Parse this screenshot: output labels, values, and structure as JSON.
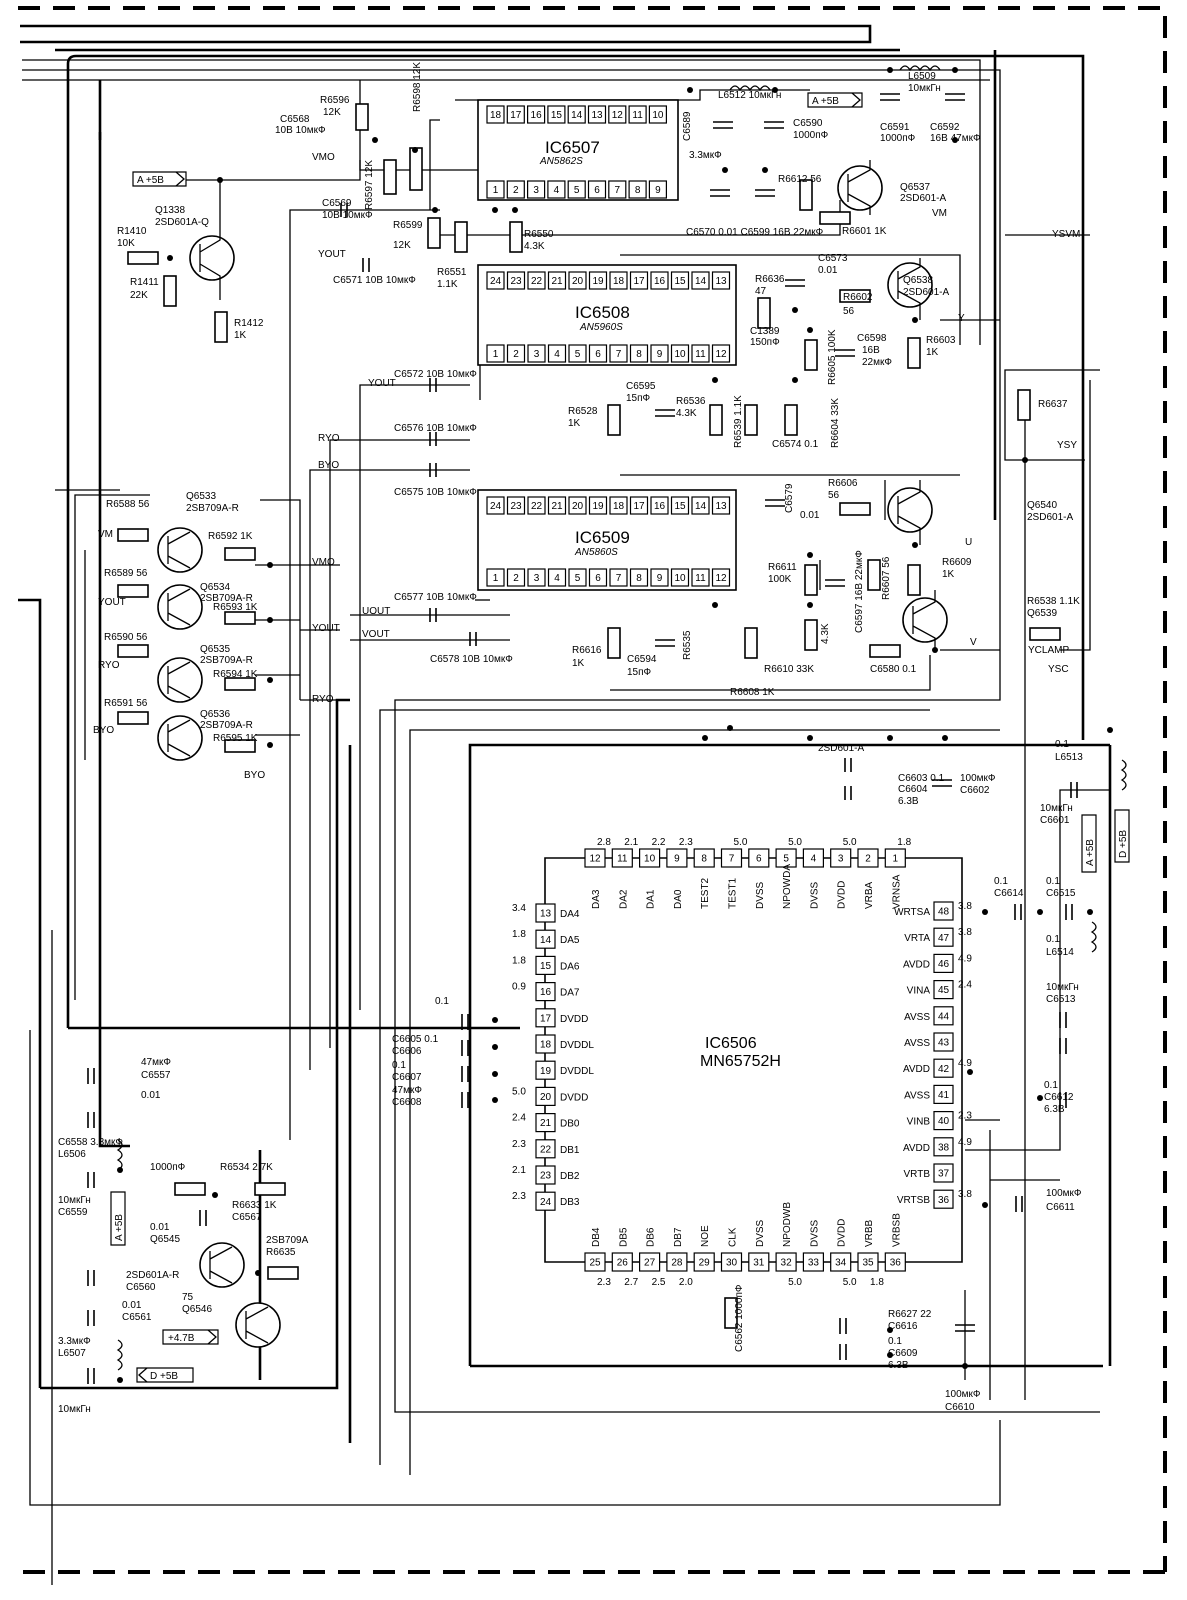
{
  "ic6507": {
    "title": "IC6507",
    "part": "AN5862S",
    "pins_top": [
      "18",
      "17",
      "16",
      "15",
      "14",
      "13",
      "12",
      "11",
      "10"
    ],
    "pins_bottom": [
      "1",
      "2",
      "3",
      "4",
      "5",
      "6",
      "7",
      "8",
      "9"
    ]
  },
  "ic6508": {
    "title": "IC6508",
    "part": "AN5960S",
    "pins_top": [
      "24",
      "23",
      "22",
      "21",
      "20",
      "19",
      "18",
      "17",
      "16",
      "15",
      "14",
      "13"
    ],
    "pins_bottom": [
      "1",
      "2",
      "3",
      "4",
      "5",
      "6",
      "7",
      "8",
      "9",
      "10",
      "11",
      "12"
    ]
  },
  "ic6509": {
    "title": "IC6509",
    "part": "AN5860S",
    "pins_top": [
      "24",
      "23",
      "22",
      "21",
      "20",
      "19",
      "18",
      "17",
      "16",
      "15",
      "14",
      "13"
    ],
    "pins_bottom": [
      "1",
      "2",
      "3",
      "4",
      "5",
      "6",
      "7",
      "8",
      "9",
      "10",
      "11",
      "12"
    ]
  },
  "ic6506": {
    "title": "IC6506",
    "part": "MN65752H",
    "top_pins": [
      {
        "n": "12",
        "name": "DA3",
        "v": "2.8"
      },
      {
        "n": "11",
        "name": "DA2",
        "v": "2.1"
      },
      {
        "n": "10",
        "name": "DA1",
        "v": "2.2"
      },
      {
        "n": "9",
        "name": "DA0",
        "v": "2.3"
      },
      {
        "n": "8",
        "name": "TEST2",
        "v": ""
      },
      {
        "n": "7",
        "name": "TEST1",
        "v": "5.0"
      },
      {
        "n": "6",
        "name": "DVSS",
        "v": ""
      },
      {
        "n": "5",
        "name": "NPOWDA",
        "v": "5.0"
      },
      {
        "n": "4",
        "name": "DVSS",
        "v": ""
      },
      {
        "n": "3",
        "name": "DVDD",
        "v": "5.0"
      },
      {
        "n": "2",
        "name": "VRBA",
        "v": ""
      },
      {
        "n": "1",
        "name": "VRNSA",
        "v": "1.8"
      }
    ],
    "left_pins": [
      {
        "n": "13",
        "name": "DA4",
        "v": "3.4"
      },
      {
        "n": "14",
        "name": "DA5",
        "v": "1.8"
      },
      {
        "n": "15",
        "name": "DA6",
        "v": "1.8"
      },
      {
        "n": "16",
        "name": "DA7",
        "v": "0.9"
      },
      {
        "n": "17",
        "name": "DVDD",
        "v": ""
      },
      {
        "n": "18",
        "name": "DVDDL",
        "v": ""
      },
      {
        "n": "19",
        "name": "DVDDL",
        "v": ""
      },
      {
        "n": "20",
        "name": "DVDD",
        "v": "5.0"
      },
      {
        "n": "21",
        "name": "DB0",
        "v": "2.4"
      },
      {
        "n": "22",
        "name": "DB1",
        "v": "2.3"
      },
      {
        "n": "23",
        "name": "DB2",
        "v": "2.1"
      },
      {
        "n": "24",
        "name": "DB3",
        "v": "2.3"
      }
    ],
    "right_pins": [
      {
        "n": "48",
        "name": "WRTSA",
        "v": "3.8"
      },
      {
        "n": "47",
        "name": "VRTA",
        "v": "3.8"
      },
      {
        "n": "46",
        "name": "AVDD",
        "v": "4.9"
      },
      {
        "n": "45",
        "name": "VINA",
        "v": "2.4"
      },
      {
        "n": "44",
        "name": "AVSS",
        "v": ""
      },
      {
        "n": "43",
        "name": "AVSS",
        "v": ""
      },
      {
        "n": "42",
        "name": "AVDD",
        "v": "4.9"
      },
      {
        "n": "41",
        "name": "AVSS",
        "v": ""
      },
      {
        "n": "40",
        "name": "VINB",
        "v": "2.3"
      },
      {
        "n": "38",
        "name": "AVDD",
        "v": "4.9"
      },
      {
        "n": "37",
        "name": "VRTB",
        "v": ""
      },
      {
        "n": "36",
        "name": "VRTSB",
        "v": "3.8"
      }
    ],
    "bottom_pins": [
      {
        "n": "25",
        "name": "DB4",
        "v": "2.3"
      },
      {
        "n": "26",
        "name": "DB5",
        "v": "2.7"
      },
      {
        "n": "27",
        "name": "DB6",
        "v": "2.5"
      },
      {
        "n": "28",
        "name": "DB7",
        "v": "2.0"
      },
      {
        "n": "29",
        "name": "NOE",
        "v": ""
      },
      {
        "n": "30",
        "name": "CLK",
        "v": ""
      },
      {
        "n": "31",
        "name": "DVSS",
        "v": ""
      },
      {
        "n": "32",
        "name": "NPODWB",
        "v": "5.0"
      },
      {
        "n": "33",
        "name": "DVSS",
        "v": ""
      },
      {
        "n": "34",
        "name": "DVDD",
        "v": "5.0"
      },
      {
        "n": "35",
        "name": "VRBB",
        "v": "1.8"
      },
      {
        "n": "36",
        "name": "VRBSB",
        "v": ""
      }
    ]
  },
  "flags": {
    "a5v": "A +5В",
    "d5v": "D +5В",
    "p47": "+4.7В"
  },
  "nets": {
    "vmo": "VMO",
    "yout": "YOUT",
    "uout": "UOUT",
    "vout": "VOUT",
    "ryo": "RYO",
    "byo": "BYO",
    "vm": "VM",
    "ysvm": "YSVM",
    "ysy": "YSY",
    "ysc": "YSC",
    "yclamp": "YCLAMP",
    "y": "Y",
    "u": "U",
    "v": "V"
  },
  "labels": [
    "R6596",
    "12K",
    "C6568",
    "10В 10мкФ",
    "R6598 12K",
    "R6597 12K",
    "R6599",
    "12K",
    "R6550",
    "4.3K",
    "C6569",
    "10В 10мкФ",
    "C6571 10В 10мкФ",
    "R6551",
    "1.1K",
    "Q1338",
    "2SD601A-Q",
    "R1410",
    "10K",
    "R1411",
    "22K",
    "R1412",
    "1K",
    "C6589",
    "3.3мкФ",
    "L6512 10мкГн",
    "C6590",
    "1000пФ",
    "L6509",
    "10мкГн",
    "C6591",
    "1000пФ",
    "C6592",
    "16В 47мкФ",
    "R6612 56",
    "Q6537",
    "2SD601-A",
    "R6601 1K",
    "C6570 0.01 C6599 16В 22мкФ",
    "C6573",
    "0.01",
    "R6636",
    "47",
    "R6602",
    "56",
    "Q6538",
    "2SD601-A",
    "C1389",
    "150пФ",
    "C6598",
    "16В",
    "22мкФ",
    "R6605 100K",
    "R6603",
    "1K",
    "C6572 10В 10мкФ",
    "C6595",
    "15пФ",
    "R6536",
    "4.3K",
    "R6528",
    "1K",
    "R6539 1.1K",
    "R6604 33K",
    "C6574 0.1",
    "R6637",
    "C6576 10В 10мкФ",
    "C6575 10В 10мкФ",
    "C6579",
    "0.01",
    "R6606",
    "56",
    "R6611",
    "100K",
    "C6597 16В 22мкФ",
    "R6607 56",
    "R6609",
    "1K",
    "Q6540",
    "2SD601-A",
    "R6588 56",
    "Q6533",
    "2SB709A-R",
    "R6592 1K",
    "R6589 56",
    "Q6534",
    "2SB709A-R",
    "R6593 1K",
    "R6590 56",
    "Q6535",
    "2SB709A-R",
    "R6594 1K",
    "R6591 56",
    "Q6536",
    "2SB709A-R",
    "R6595 1K",
    "C6577 10В 10мкФ",
    "C6578 10В 10мкФ",
    "R6616",
    "1K",
    "C6594",
    "15пФ",
    "R6535",
    "4.3K",
    "R6610 33K",
    "C6580 0.1",
    "R6608 1K",
    "R6538 1.1K",
    "Q6539",
    "2SD601-A",
    "C6603 0.1",
    "C6604",
    "6.3В",
    "100мкФ",
    "C6602",
    "0.1",
    "L6513",
    "10мкГн",
    "C6601",
    "0.1",
    "C6614",
    "0.1",
    "C6515",
    "0.1",
    "L6514",
    "10мкГн",
    "C6513",
    "0.1",
    "C6612",
    "6.3В",
    "100мкФ",
    "C6611",
    "0.1",
    "C6605 0.1",
    "C6606",
    "0.1",
    "C6607",
    "47мкФ",
    "C6608",
    "47мкФ",
    "C6557",
    "0.01",
    "C6558 3.3мкФ",
    "L6506",
    "10мкГн",
    "C6559",
    "1000пФ",
    "R6534 2.7K",
    "R6633 1K",
    "C6567",
    "0.01",
    "Q6545",
    "2SB709A",
    "R6635",
    "75",
    "Q6546",
    "2SD601A-R",
    "C6560",
    "0.01",
    "C6561",
    "3.3мкФ",
    "L6507",
    "10мкГн",
    "C6562 1000пФ",
    "R6627 22",
    "C6616",
    "0.1",
    "C6609",
    "6.3В",
    "100мкФ",
    "C6610",
    "0.1"
  ]
}
